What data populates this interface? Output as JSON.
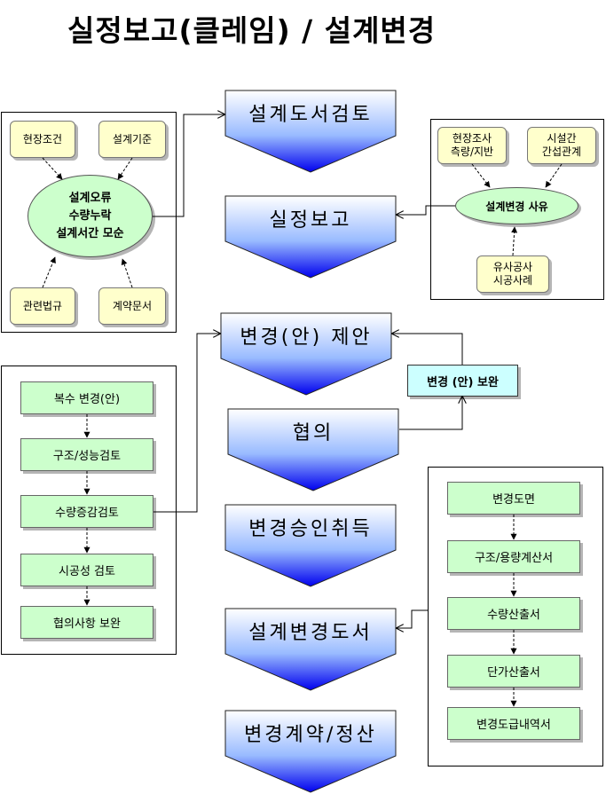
{
  "title": "실정보고(클레임)   /  설계변경",
  "flow_steps": [
    "설계도서검토",
    "실정보고",
    "변경(안) 제안",
    "협의",
    "변경승인취득",
    "설계변경도서",
    "변경계약/정산"
  ],
  "claim_panel": {
    "top_left": "현장조건",
    "top_right": "설계기준",
    "center": "설계오류\n수량누락\n설계서간 모순",
    "bottom_left": "관련법규",
    "bottom_right": "계약문서"
  },
  "reason_panel": {
    "top_left": "현장조사\n측량/지반",
    "top_right": "시설간\n간섭관계",
    "center": "설계변경 사유",
    "bottom": "유사공사\n시공사례"
  },
  "review_steps": [
    "복수 변경(안)",
    "구조/성능검토",
    "수량증감검토",
    "시공성 검토",
    "협의사항 보완"
  ],
  "supplement_box": "변경 (안) 보완",
  "document_steps": [
    "변경도면",
    "구조/용량계산서",
    "수량산출서",
    "단가산출서",
    "변경도급내역서"
  ]
}
